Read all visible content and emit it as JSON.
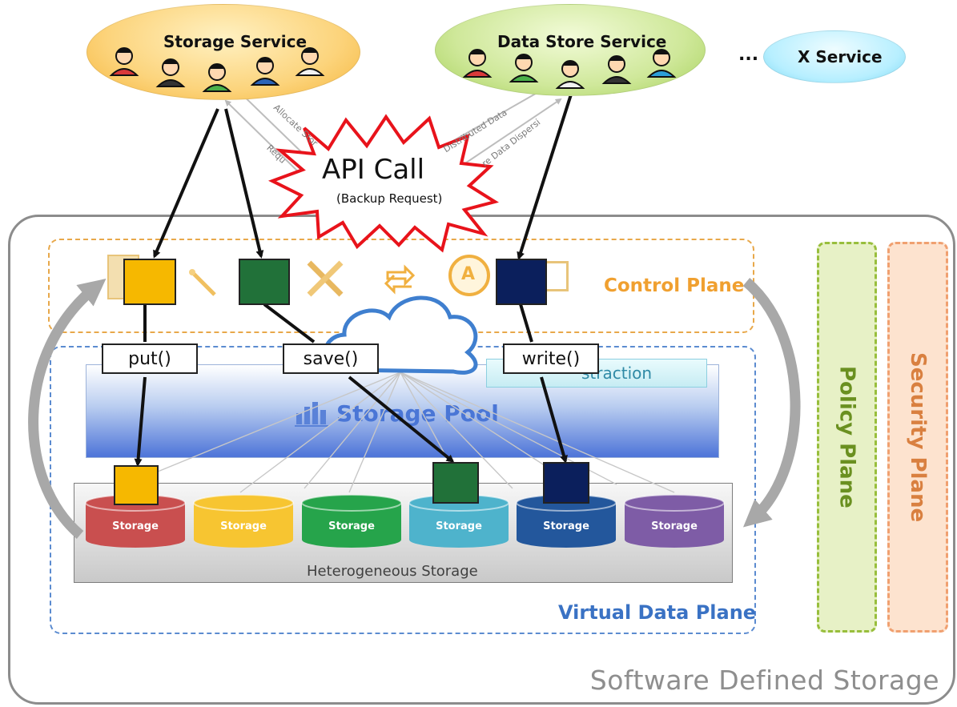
{
  "services": {
    "storage": {
      "title": "Storage Service"
    },
    "datastore": {
      "title": "Data Store Service"
    },
    "ellipsis": "...",
    "x": {
      "title": "X Service"
    }
  },
  "api_call": {
    "title": "API Call",
    "subtitle": "(Backup Request)"
  },
  "faint_labels": {
    "allocate": "Allocate Stor",
    "request": "Requ",
    "distributed": "Distributed Data",
    "dispersion": "re Data Dispersi"
  },
  "planes": {
    "control": "Control Plane",
    "virtual_data": "Virtual Data Plane",
    "policy": "Policy Plane",
    "security": "Security Plane",
    "software_defined": "Software Defined Storage"
  },
  "methods": [
    "put()",
    "save()",
    "write()"
  ],
  "abstraction_label": "straction",
  "storage_pool_label": "Storage Pool",
  "heterogeneous_label": "Heterogeneous Storage",
  "storages": [
    {
      "label": "Storage",
      "color": "#c94f4f"
    },
    {
      "label": "Storage",
      "color": "#f7c531"
    },
    {
      "label": "Storage",
      "color": "#26a44b"
    },
    {
      "label": "Storage",
      "color": "#4eb3cc"
    },
    {
      "label": "Storage",
      "color": "#23579c"
    },
    {
      "label": "Storage",
      "color": "#7e5ca6"
    }
  ],
  "colors": {
    "put_block": "#f6b800",
    "save_block": "#217139",
    "write_block": "#0b1f5c",
    "control_plane": "#f0a030",
    "virtual_data_plane": "#3a72c4",
    "api_burst": "#e8131b"
  }
}
